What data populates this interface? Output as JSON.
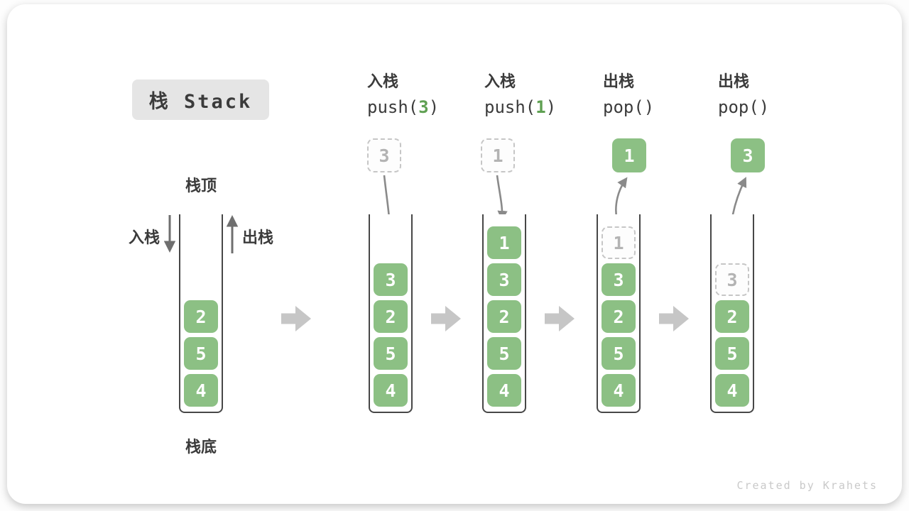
{
  "title": "栈 Stack",
  "watermark": "Created by Krahets",
  "colors": {
    "element_green": "#8cc084",
    "code_arg_green": "#5fa052",
    "flow_arrow_gray": "#c6c6c6",
    "motion_arrow_gray": "#8a8a8a",
    "dark_text": "#3b3b3b",
    "ghost_text": "#b3b3b3",
    "title_box_bg": "#e5e5e5"
  },
  "stack_labels": {
    "top": "栈顶",
    "bottom": "栈底",
    "push_side": "入栈",
    "pop_side": "出栈"
  },
  "panels": [
    {
      "name": "initial-stack",
      "stack": [
        "2",
        "5",
        "4"
      ]
    },
    {
      "name": "push-3",
      "op": {
        "zh": "入栈",
        "code_prefix": "push(",
        "code_arg": "3",
        "code_suffix": ")"
      },
      "floating": "3",
      "stack": [
        "3",
        "2",
        "5",
        "4"
      ]
    },
    {
      "name": "push-1",
      "op": {
        "zh": "入栈",
        "code_prefix": "push(",
        "code_arg": "1",
        "code_suffix": ")"
      },
      "floating": "1",
      "stack": [
        "1",
        "3",
        "2",
        "5",
        "4"
      ]
    },
    {
      "name": "pop-1",
      "op": {
        "zh": "出栈",
        "code_prefix": "pop(",
        "code_arg": "",
        "code_suffix": ")"
      },
      "floating": "1",
      "popped": "1",
      "stack": [
        "3",
        "2",
        "5",
        "4"
      ]
    },
    {
      "name": "pop-3",
      "op": {
        "zh": "出栈",
        "code_prefix": "pop(",
        "code_arg": "",
        "code_suffix": ")"
      },
      "floating": "3",
      "popped": "3",
      "stack": [
        "2",
        "5",
        "4"
      ]
    }
  ]
}
